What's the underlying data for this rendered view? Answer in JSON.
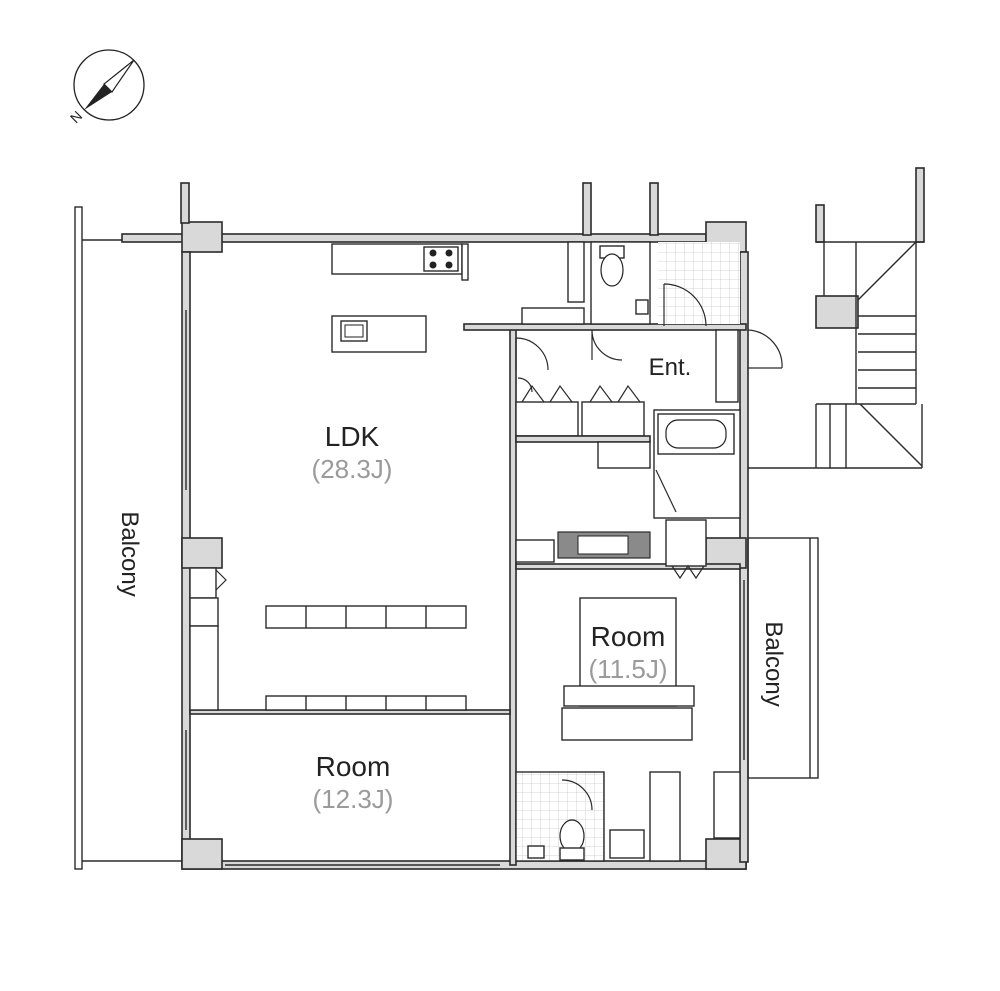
{
  "compass": {
    "north_label": "N"
  },
  "rooms": {
    "ldk": {
      "name": "LDK",
      "area": "(28.3J)"
    },
    "room_west": {
      "name": "Room",
      "area": "(12.3J)"
    },
    "room_east": {
      "name": "Room",
      "area": "(11.5J)"
    },
    "entrance": {
      "name": "Ent."
    }
  },
  "balconies": {
    "west": {
      "name": "Balcony"
    },
    "east": {
      "name": "Balcony"
    }
  },
  "colors": {
    "wall_fill": "#d9d9d9",
    "line": "#2a2a2a",
    "area_text": "#9a9a9a"
  }
}
